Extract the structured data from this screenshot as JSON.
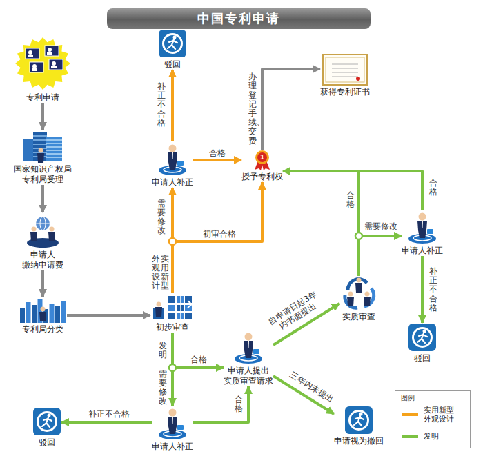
{
  "diagram": {
    "title": "中国专利申请",
    "nodes": [
      {
        "text": [
          "专利申请"
        ]
      },
      {
        "text": [
          "国家知识产权局 专利局受理"
        ]
      },
      {
        "text": [
          "申请人 缴纳申请费"
        ]
      },
      {
        "text": [
          "专利局分类"
        ]
      },
      {
        "text": [
          "驳回"
        ]
      },
      {
        "text": [
          "申请人补正"
        ]
      },
      {
        "text": [
          "授予专利权"
        ]
      },
      {
        "text": [
          "获得专利证书"
        ]
      },
      {
        "text": [
          "初步审查"
        ]
      },
      {
        "text": [
          "实质审查"
        ]
      },
      {
        "text": [
          "申请人补正"
        ]
      },
      {
        "text": [
          "驳回"
        ]
      },
      {
        "text": [
          "申请人提出 实质审查请求"
        ]
      },
      {
        "text": [
          "驳回"
        ]
      },
      {
        "text": [
          "申请人补正"
        ]
      },
      {
        "text": [
          "申请视为撤回"
        ]
      }
    ],
    "edges": [
      {
        "from": 0,
        "to": 1,
        "arrow": "to"
      },
      {
        "from": 1,
        "to": 2,
        "arrow": "to"
      },
      {
        "from": 2,
        "to": 3,
        "arrow": "to"
      },
      {
        "from": 3,
        "to": 8,
        "arrow": "to"
      },
      {
        "from": 8,
        "to": 5,
        "label": "需要修改",
        "arrow": "to"
      },
      {
        "from": 8,
        "to": 6,
        "label": "初审合格",
        "arrow": "to"
      },
      {
        "from": 5,
        "to": 4,
        "label": "补正不合格",
        "arrow": "to"
      },
      {
        "from": 5,
        "to": 6,
        "label": "合格",
        "arrow": "to"
      },
      {
        "from": 6,
        "to": 7,
        "label": "办理登记手续、交费",
        "arrow": "to"
      },
      {
        "from": 8,
        "to": 12,
        "label": "合格",
        "arrow": "to"
      },
      {
        "from": 8,
        "to": 14,
        "label": "需要修改",
        "arrow": "to"
      },
      {
        "from": 14,
        "to": 13,
        "label": "补正不合格",
        "arrow": "to"
      },
      {
        "from": 14,
        "to": 12,
        "label": "合格",
        "arrow": "to"
      },
      {
        "from": 12,
        "to": 9,
        "label": "自申请日起3年内书面提出",
        "arrow": "to"
      },
      {
        "from": 12,
        "to": 15,
        "label": "三年内未提出",
        "arrow": "to"
      },
      {
        "from": 9,
        "to": 6,
        "label": "合格",
        "arrow": "to"
      },
      {
        "from": 9,
        "to": 10,
        "label": "需要修改",
        "arrow": "to"
      },
      {
        "from": 10,
        "to": 6,
        "label": "合格",
        "arrow": "to"
      },
      {
        "from": 10,
        "to": 11,
        "label": "补正不合格",
        "arrow": "to"
      }
    ],
    "labels": [
      "外观设计",
      "实用新型",
      "发明",
      "1",
      "图例"
    ],
    "legend": [
      {
        "text": "实用新型 外观设计",
        "color": "#f5a21b"
      },
      {
        "text": "发明",
        "color": "#7cc242"
      }
    ]
  }
}
